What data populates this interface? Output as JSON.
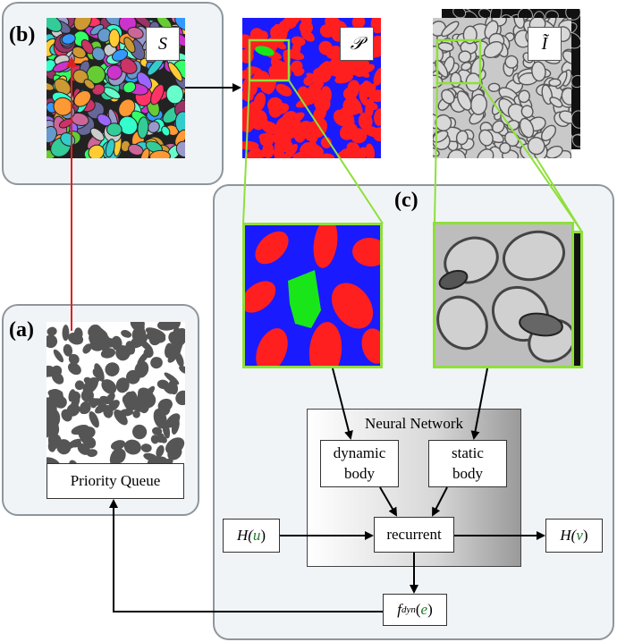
{
  "panels": {
    "b": {
      "label": "(b)"
    },
    "a": {
      "label": "(a)"
    },
    "c": {
      "label": "(c)"
    }
  },
  "tags": {
    "s": "S",
    "p": "𝒫",
    "i": "Ĩ"
  },
  "boxes": {
    "priority_queue": "Priority Queue",
    "neural_network": "Neural Network",
    "dynamic_body": "dynamic\nbody",
    "static_body": "static\nbody",
    "recurrent": "recurrent"
  },
  "math": {
    "hu_prefix": "H(",
    "hu_var": "u",
    "hu_suffix": ")",
    "hv_prefix": "H(",
    "hv_var": "v",
    "hv_suffix": ")",
    "fdyn_f": "f",
    "fdyn_sub": "dyn",
    "fdyn_open": "(",
    "fdyn_var": "e",
    "fdyn_close": ")"
  },
  "colors": {
    "panel_border": "#8e969c",
    "panel_fill": "#f1f4f7",
    "highlight": "#8ee03a",
    "seg_red": "#ff1f1f",
    "seg_blue": "#1a1aff",
    "seg_green": "#19e619",
    "arrow_red": "#e0201e"
  }
}
